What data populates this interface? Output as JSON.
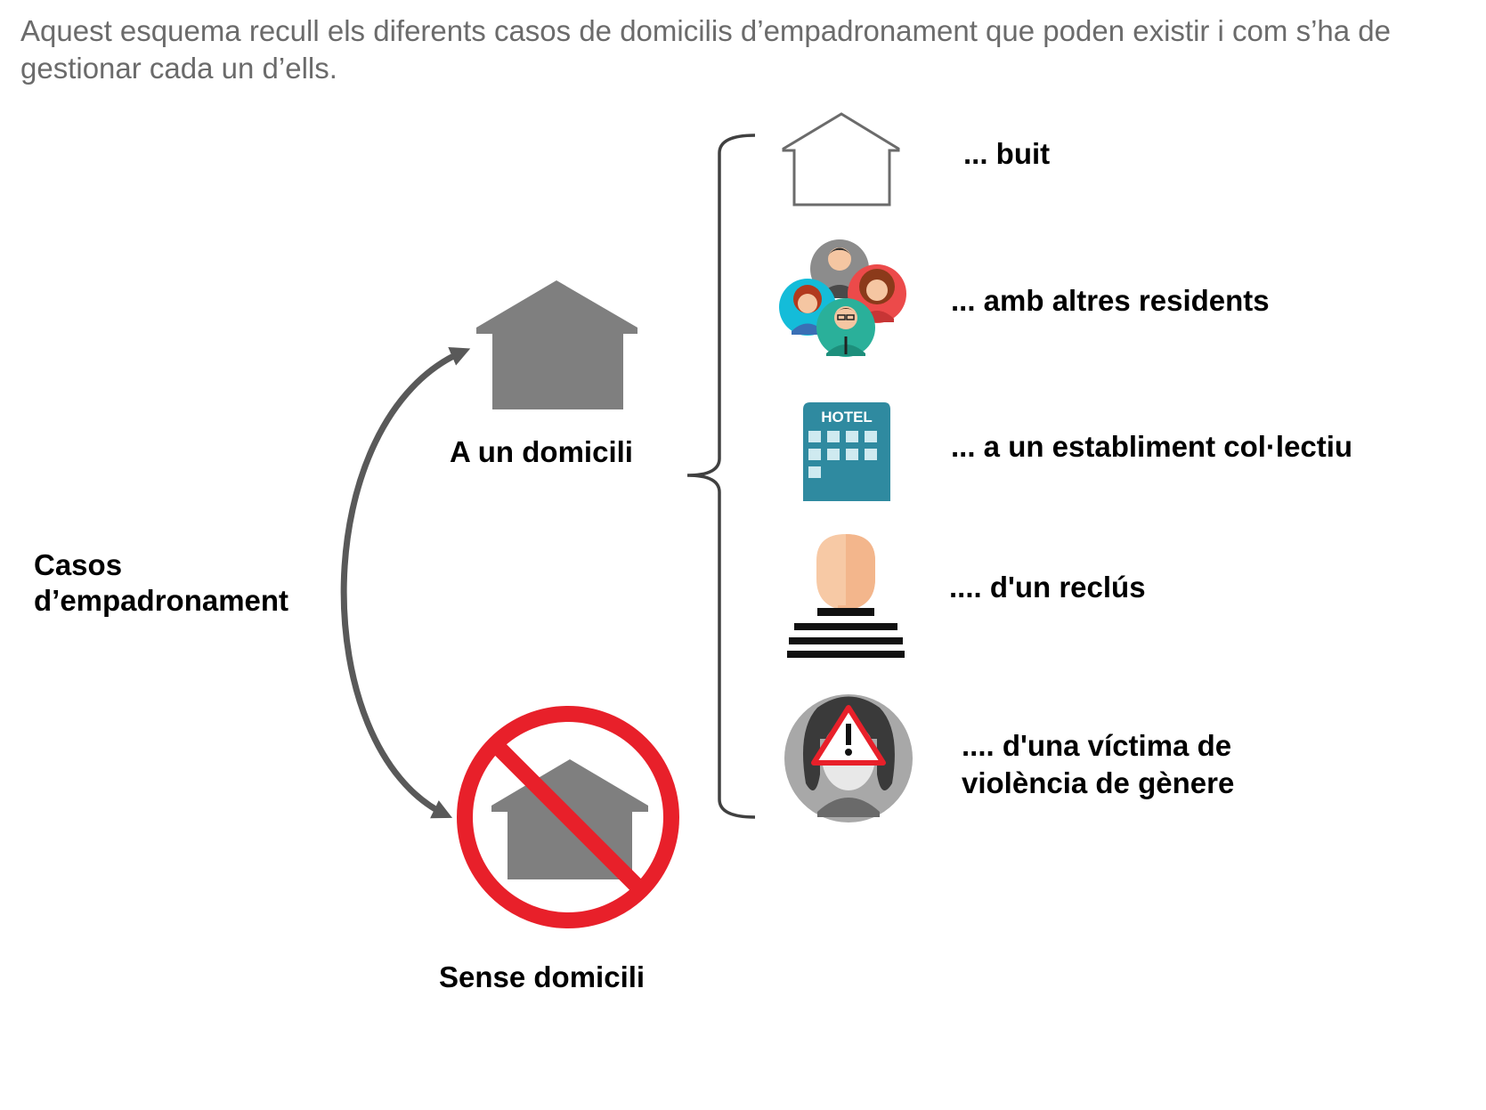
{
  "intro": "Aquest esquema recull els diferents casos de domicilis d’empadronament que poden existir i com s’ha de gestionar cada un d’ells.",
  "root": {
    "line1": "Casos",
    "line2": "d’empadronament"
  },
  "branches": {
    "with_home": "A un domicili",
    "without_home": "Sense domicili"
  },
  "cases": [
    {
      "label": "... buit",
      "icon": "empty-house-icon"
    },
    {
      "label": "... amb altres residents",
      "icon": "group-residents-icon"
    },
    {
      "label": "... a un establiment col·lectiu",
      "icon": "hotel-icon",
      "badge": "HOTEL"
    },
    {
      "label": ".... d'un reclús",
      "icon": "prisoner-icon"
    },
    {
      "label": ".... d'una víctima de violència de gènere",
      "icon": "warning-victim-icon"
    }
  ],
  "colors": {
    "house_gray": "#7f7f7f",
    "arrow_gray": "#595959",
    "prohibition_red": "#e8202a",
    "hotel_teal": "#2f8aa0",
    "intro_text": "#6b6b6b"
  }
}
